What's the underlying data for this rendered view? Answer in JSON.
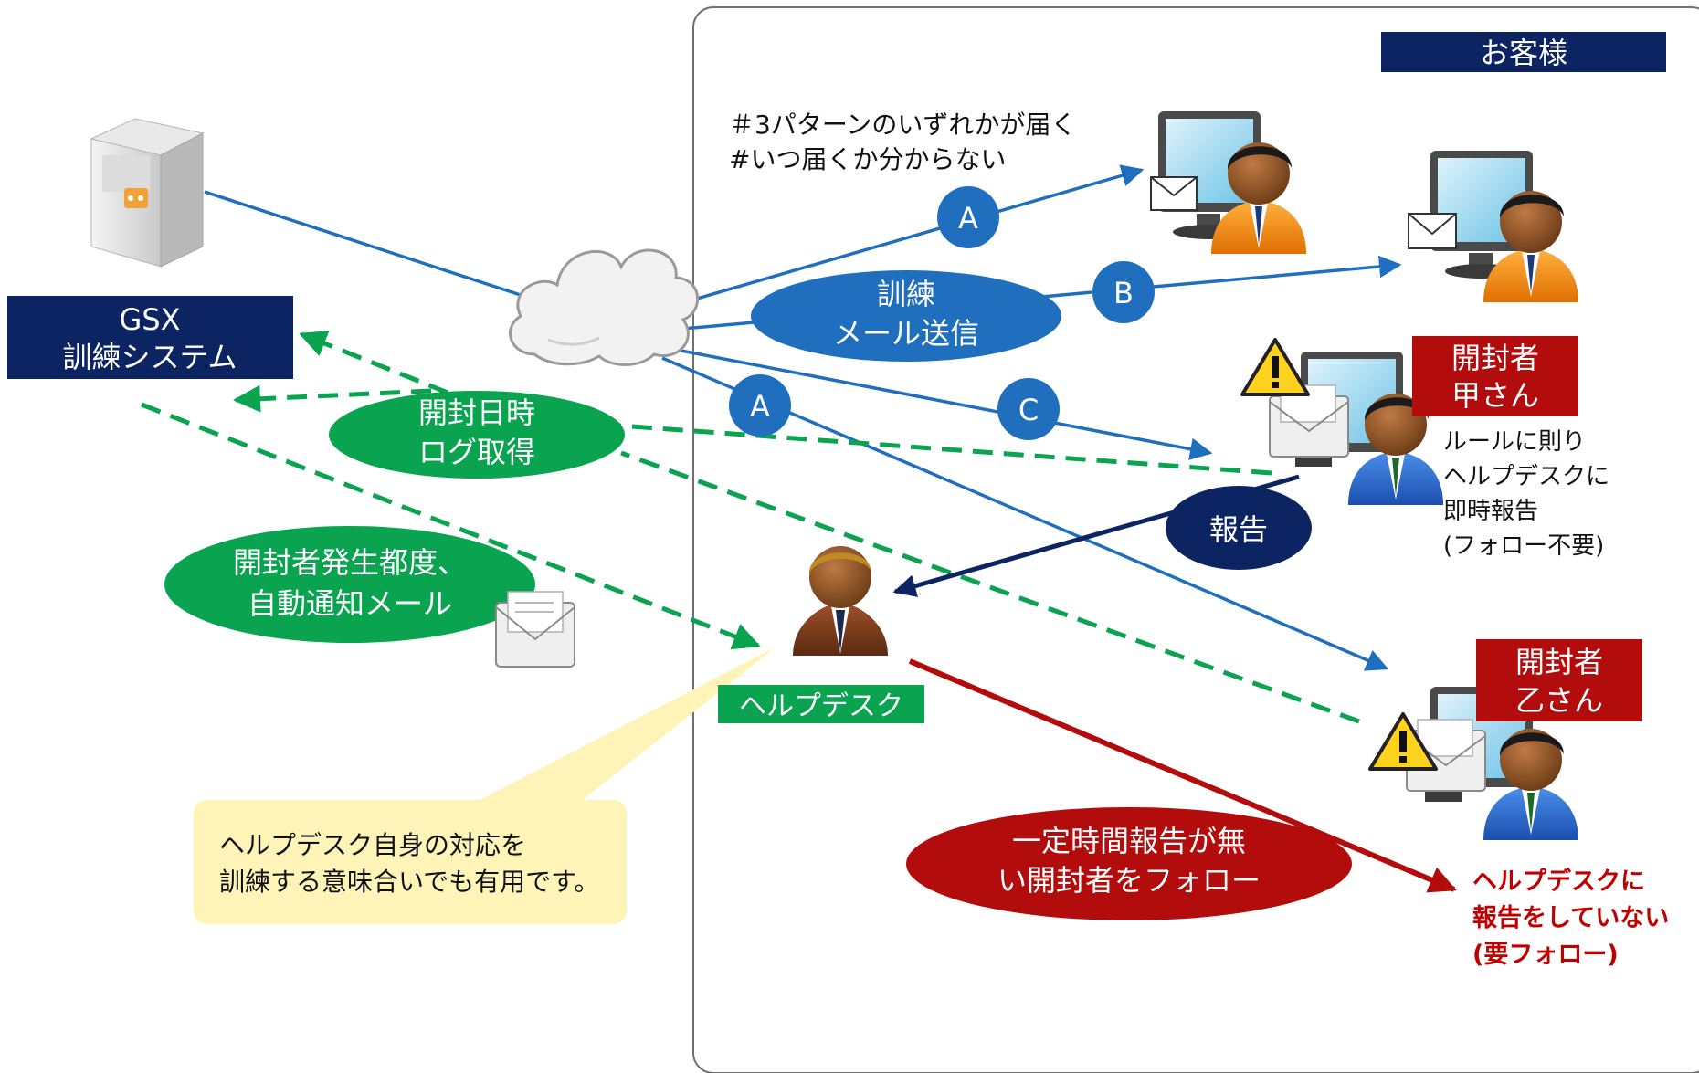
{
  "customer": {
    "label": "お客様"
  },
  "note": {
    "line1": "＃3パターンのいずれかが届く",
    "line2": "#いつ届くか分からない"
  },
  "system": {
    "line1": "GSX",
    "line2": "訓練システム"
  },
  "send_ellipse": {
    "line1": "訓練",
    "line2": "メール送信"
  },
  "log_ellipse": {
    "line1": "開封日時",
    "line2": "ログ取得"
  },
  "notify_ellipse": {
    "line1": "開封者発生都度、",
    "line2": "自動通知メール"
  },
  "report_label": "報告",
  "follow_ellipse": {
    "line1": "一定時間報告が無",
    "line2": "い開封者をフォロー"
  },
  "helpdesk": {
    "label": "ヘルプデスク"
  },
  "callout": {
    "line1": "ヘルプデスク自身の対応を",
    "line2": "訓練する意味合いでも有用です。"
  },
  "opener_a": {
    "line1": "開封者",
    "line2": "甲さん"
  },
  "opener_a_desc": {
    "line1": "ルールに則り",
    "line2": "ヘルプデスクに",
    "line3": "即時報告",
    "line4": "(フォロー不要)"
  },
  "opener_b": {
    "line1": "開封者",
    "line2": "乙さん"
  },
  "no_report": {
    "line1": "ヘルプデスクに",
    "line2": "報告をしていない",
    "line3": "(要フォロー)"
  },
  "patterns": {
    "a": "A",
    "b": "B",
    "c": "C"
  },
  "colors": {
    "navy": "#0c2461",
    "blue": "#1f6fbe",
    "green": "#0aa34f",
    "red": "#b30c0c",
    "callout": "#fff4b8"
  },
  "icons": [
    "server-icon",
    "cloud-icon",
    "pc-user-icon",
    "envelope-icon",
    "warning-icon",
    "helpdesk-person-icon"
  ]
}
